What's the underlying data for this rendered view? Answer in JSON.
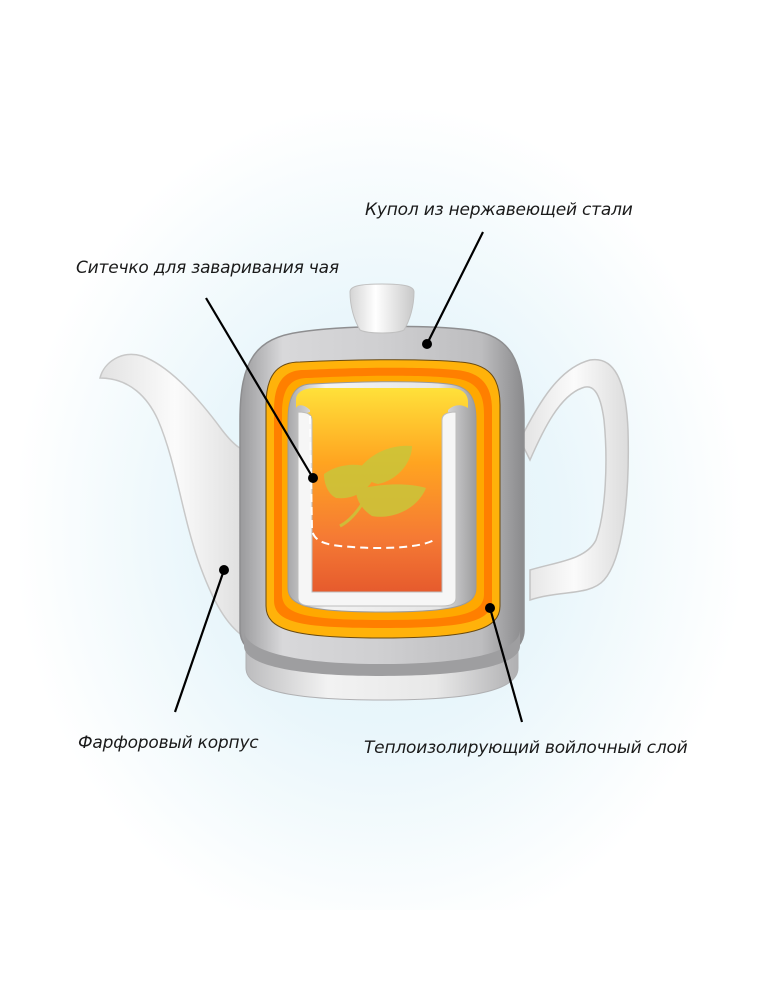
{
  "diagram": {
    "subject": "Teapot with stainless steel cover",
    "labels": {
      "dome": "Купол из нержавеющей стали",
      "infuser": "Ситечко для заваривания чая",
      "body": "Фарфоровый корпус",
      "felt": "Теплоизолирующий войлочный слой"
    },
    "colors": {
      "background": "#ffffff",
      "glow": "#dff1f8",
      "steel": "#c9c9cb",
      "steel_dark": "#8e8e90",
      "porcelain": "#f4f4f4",
      "felt_outer": "#ffb000",
      "felt_inner": "#ff7a00",
      "tea_top": "#ffd23a",
      "tea_bottom": "#e8552a",
      "leaf": "#c9c23a",
      "leader_line": "#000000"
    }
  }
}
